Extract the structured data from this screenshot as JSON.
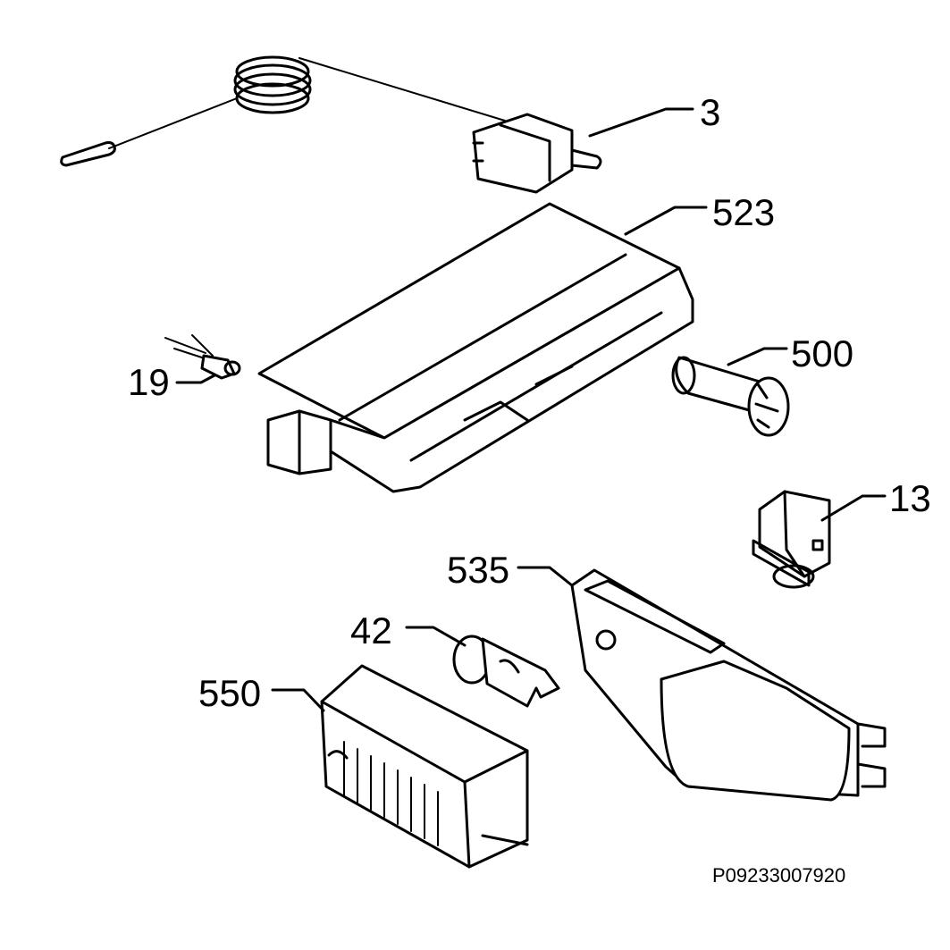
{
  "diagram": {
    "callouts": [
      "3",
      "523",
      "19",
      "500",
      "13",
      "535",
      "42",
      "550"
    ],
    "drawing_number": "P09233007920"
  }
}
